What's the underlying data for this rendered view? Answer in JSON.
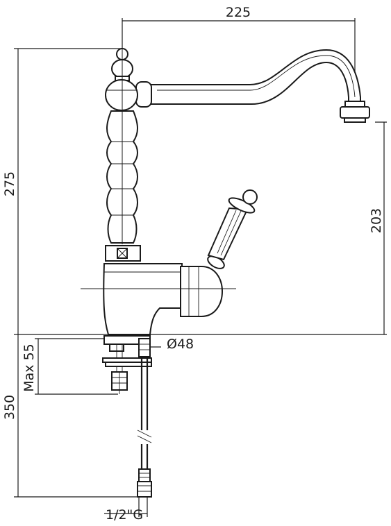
{
  "dimensions": {
    "spout_reach": "225",
    "total_height": "275",
    "spout_height": "203",
    "max_deck_thickness": "Max 55",
    "hose_length": "350",
    "base_diameter": "Ø48",
    "thread_size": "1/2\"G"
  }
}
